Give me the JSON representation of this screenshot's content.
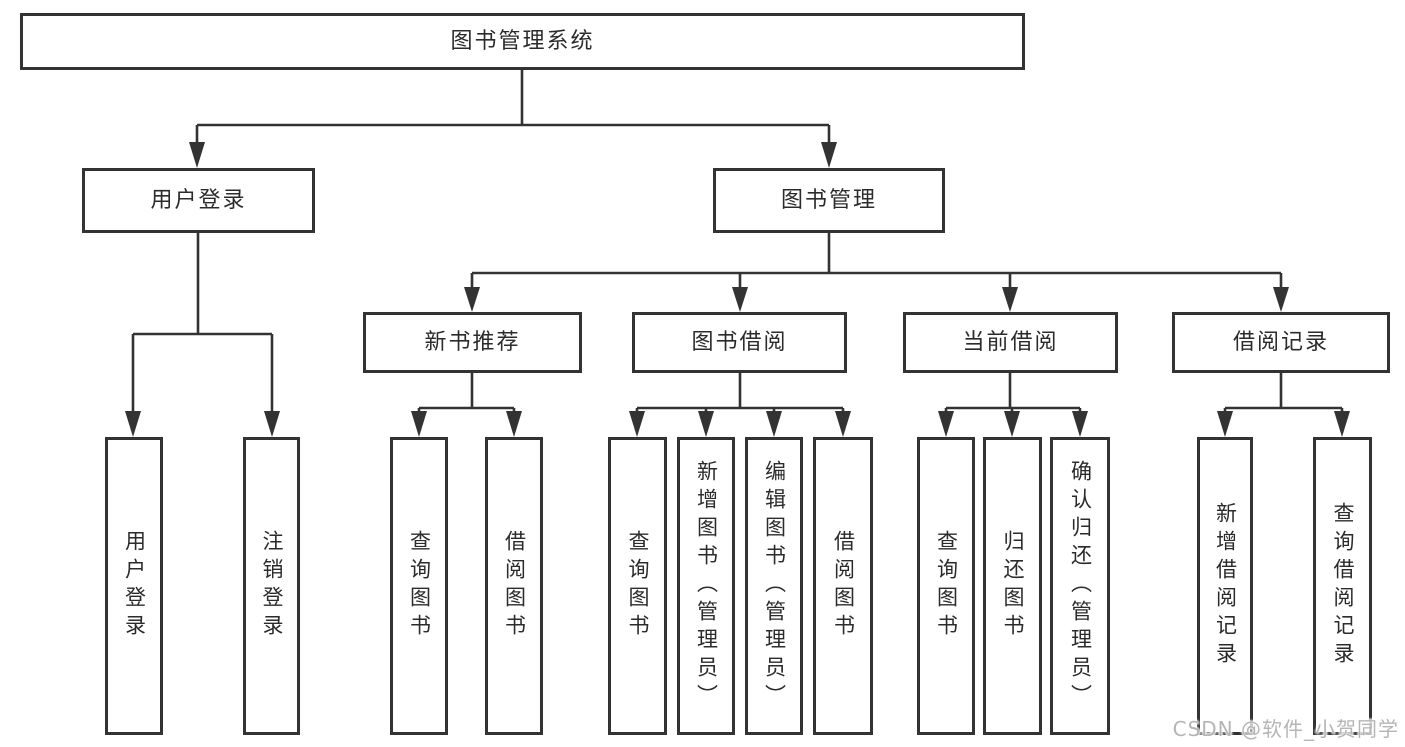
{
  "nodes": {
    "root": "图书管理系统",
    "level2": [
      "用户登录",
      "图书管理"
    ],
    "level3": [
      "新书推荐",
      "图书借阅",
      "当前借阅",
      "借阅记录"
    ],
    "leaves": [
      "用户登录",
      "注销登录",
      "查询图书",
      "借阅图书",
      "查询图书",
      "新增图书（管理员）",
      "编辑图书（管理员）",
      "借阅图书",
      "查询图书",
      "归还图书",
      "确认归还（管理员）",
      "新增借阅记录",
      "查询借阅记录"
    ]
  },
  "watermark": "CSDN @软件_小贺同学",
  "colors": {
    "line": "#333333",
    "text": "#2b2b2b",
    "watermark": "#b5b5b5",
    "background": "#ffffff"
  }
}
